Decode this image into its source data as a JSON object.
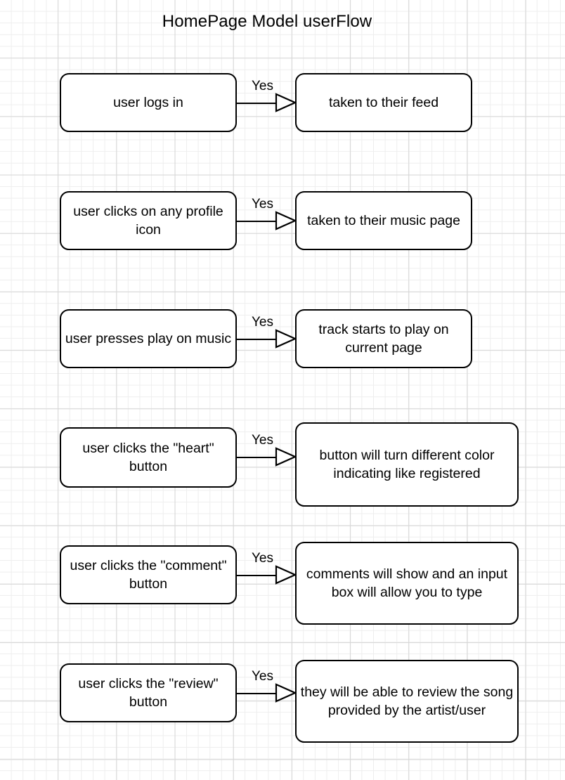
{
  "diagram": {
    "title": "HomePage Model userFlow",
    "background": "#ffffff",
    "grid_minor_color": "#eeeeee",
    "grid_major_color": "#d6d6d6",
    "stroke_color": "#000000",
    "node_fill": "#ffffff",
    "edge_label_default": "Yes",
    "rows": [
      {
        "source": "user logs in",
        "target": "taken to their feed",
        "label": "Yes"
      },
      {
        "source": "user clicks on any profile icon",
        "target": "taken to their music page",
        "label": "Yes"
      },
      {
        "source": "user presses play on music",
        "target": "track starts to play on current page",
        "label": "Yes"
      },
      {
        "source": "user clicks the \"heart\" button",
        "target": "button will turn different color indicating like registered",
        "label": "Yes"
      },
      {
        "source": "user clicks the \"comment\" button",
        "target": "comments will show and an input box will allow you to type",
        "label": "Yes"
      },
      {
        "source": "user clicks the \"review\" button",
        "target": "they will be able to review the song provided by the artist/user",
        "label": "Yes"
      }
    ]
  }
}
